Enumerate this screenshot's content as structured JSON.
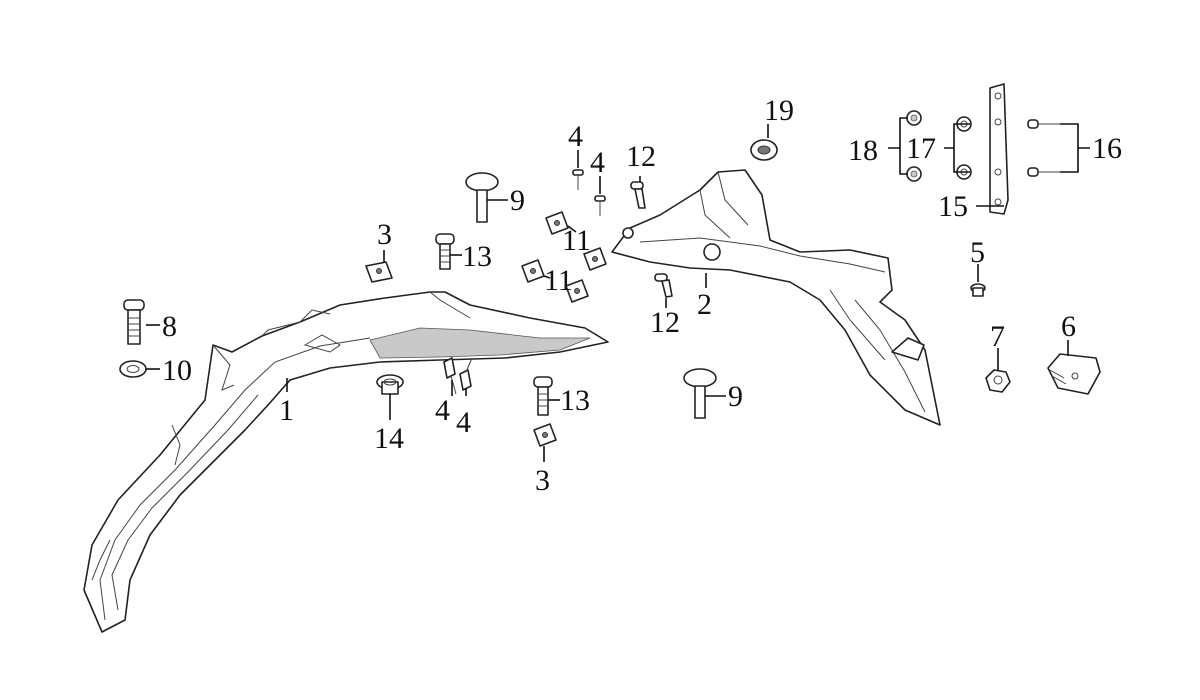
{
  "diagram": {
    "callouts": {
      "c1": "1",
      "c2": "2",
      "c3a": "3",
      "c3b": "3",
      "c4a": "4",
      "c4b": "4",
      "c4c": "4",
      "c4d": "4",
      "c5": "5",
      "c6": "6",
      "c7": "7",
      "c8": "8",
      "c9a": "9",
      "c9b": "9",
      "c10": "10",
      "c11a": "11",
      "c11b": "11",
      "c12a": "12",
      "c12b": "12",
      "c13a": "13",
      "c13b": "13",
      "c14": "14",
      "c15": "15",
      "c16": "16",
      "c17": "17",
      "c18": "18",
      "c19": "19"
    }
  }
}
